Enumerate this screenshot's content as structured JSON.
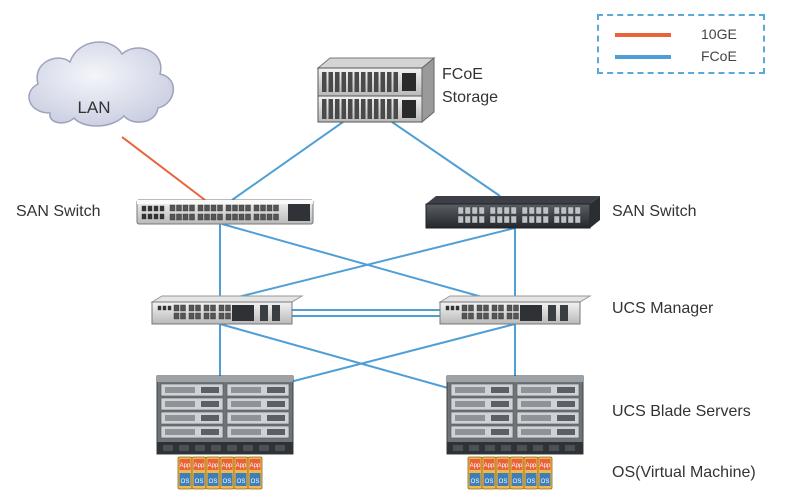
{
  "legend": {
    "items": [
      {
        "label": "10GE",
        "color": "#e8623a"
      },
      {
        "label": "FCoE",
        "color": "#4f9fd6"
      }
    ]
  },
  "nodes": {
    "lan": "LAN",
    "storage": [
      "FCoE",
      "Storage"
    ],
    "san_switch_left": "SAN Switch",
    "san_switch_right": "SAN Switch",
    "ucs_manager": "UCS Manager",
    "blade_servers": "UCS Blade Servers",
    "os_vm": "OS(Virtual Machine)",
    "os_card_top": "App",
    "os_card_bottom": "OS"
  },
  "colors": {
    "link_10ge": "#e8623a",
    "link_fcoe": "#4f9fd6"
  }
}
